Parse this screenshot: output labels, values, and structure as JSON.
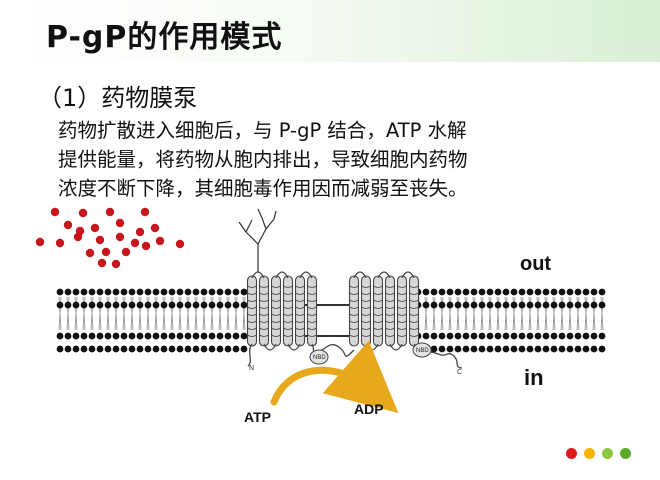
{
  "slide": {
    "title": "P-gP的作用模式",
    "subtitle": "（1）药物膜泵",
    "paragraph": [
      "药物扩散进入细胞后，与 P-gP 结合，ATP 水解",
      "提供能量，将药物从胞内排出，导致细胞内药物",
      "浓度不断下降，其细胞毒作用因而减弱至丧失。"
    ]
  },
  "diagram": {
    "label_out": "out",
    "label_in": "in",
    "label_atp": "ATP",
    "label_adp": "ADP",
    "label_nbd1": "NBD",
    "label_nbd2": "NBD",
    "label_n": "N",
    "label_c": "C"
  },
  "colors": {
    "accent": "#d9efd6",
    "drug_molecule": "#c8161d",
    "arrow": "#e8a81c",
    "nav_dots": [
      "#e0191f",
      "#f4b400",
      "#8cc63f",
      "#5aaa2a"
    ]
  },
  "nav": {
    "dots": 4
  }
}
